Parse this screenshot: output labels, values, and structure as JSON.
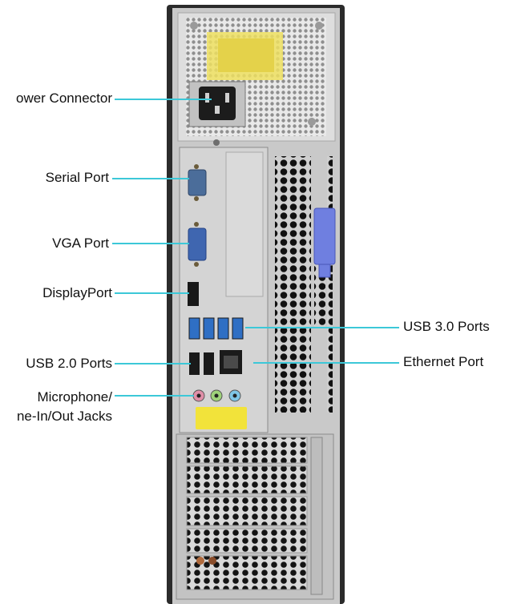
{
  "labels": {
    "power_connector": "ower Connector",
    "serial_port": "Serial Port",
    "vga_port": "VGA Port",
    "displayport": "DisplayPort",
    "usb20_ports": "USB 2.0 Ports",
    "microphone_line1": "Microphone/",
    "microphone_line2": "ne-In/Out Jacks",
    "usb30_ports": "USB 3.0 Ports",
    "ethernet_port": "Ethernet Port"
  },
  "colors": {
    "leader_line": "#3cc8d8",
    "case_frame": "#2b2b2b",
    "chassis": "#c9c9c9",
    "io_shield": "#d4d4d4",
    "vent_hole": "#111111",
    "serial_port": "#4b6d9a",
    "vga_port": "#3f66b0",
    "usb30_port": "#2f6fc4",
    "usb20_port": "#1a1a1a",
    "blue_latch": "#6f7fe0",
    "power_socket": "#1c1c1c",
    "psu_label": "#efe060",
    "yellow_sticker": "#f2e33a",
    "jack_pink": "#e08fa8",
    "jack_green": "#9ed27a",
    "jack_blue": "#7fc6e6"
  }
}
